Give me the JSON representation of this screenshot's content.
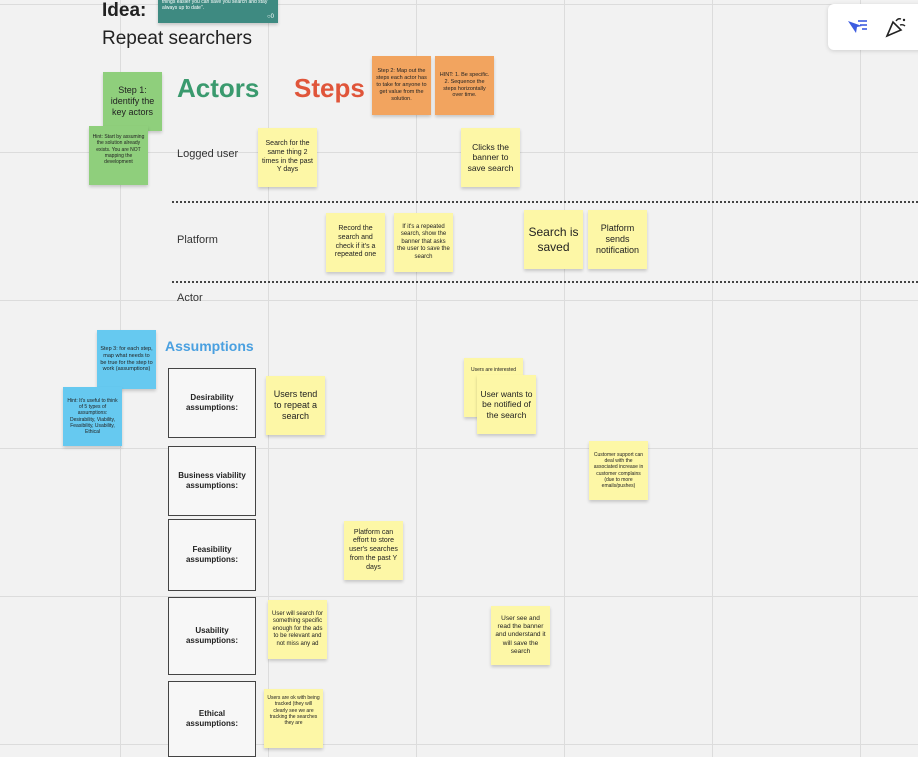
{
  "board": {
    "idea_label": "Idea:",
    "idea_value": "Repeat searchers",
    "top_note": "things easier you can save you search and stay always up to date\".",
    "top_note_count": "0"
  },
  "headers": {
    "actors": "Actors",
    "steps": "Steps",
    "assumptions": "Assumptions",
    "actors_color": "#3a9a6e",
    "steps_color": "#e0553a",
    "assumptions_color": "#4aa0e0"
  },
  "guide_notes": {
    "step1": "Step 1: identify the key actors",
    "hint1": "Hint: Start by assuming the solution already exists. You are NOT mapping the development",
    "step2": "Step 2: Map out the steps each actor has to take for anyone to get value from the solution.",
    "hint2": "HINT: 1. Be specific. 2. Sequence the steps horizontally over time.",
    "step3": "Step 3: for each step, map what needs to be true for the step to work (assumptions)",
    "hint3": "Hint: It's useful to think of 5 types of assumptions: Desirability, Viability, Feasibility, Usability, Ethical"
  },
  "actors": {
    "logged_user": "Logged user",
    "platform": "Platform",
    "actor": "Actor"
  },
  "step_notes": {
    "s1": "Search for the same thing 2 times in the past Y days",
    "s2": "Clicks the banner to save search",
    "s3": "Record the search and check if it's a repeated one",
    "s4": "If it's a repeated search, show the banner that asks the user to save the search",
    "s5": "Search is saved",
    "s6": "Platform sends notification"
  },
  "assumption_boxes": {
    "desirability": "Desirability assumptions:",
    "business": "Business viability assumptions:",
    "feasibility": "Feasibility assumptions:",
    "usability": "Usability assumptions:",
    "ethical": "Ethical assumptions:"
  },
  "assumption_notes": {
    "a1": "Users tend to repeat a search",
    "a2_back": "Users are interested",
    "a2": "User wants to be notified of the search",
    "a3": "Customer support can deal with the associated increase in customer complains (due to more emails/pushes)",
    "a4": "Platform can effort to store user's searches from the past Y days",
    "a5": "User will search for something specific enough for the ads to be relevant and not miss any ad",
    "a6": "User see and read the banner and understand it will save the search",
    "a7": "Users are ok with being tracked (they will clearly see we are tracking the searches they are"
  },
  "toolbar": {
    "icon1": "filter-arrow-icon",
    "icon2": "celebration-icon"
  }
}
